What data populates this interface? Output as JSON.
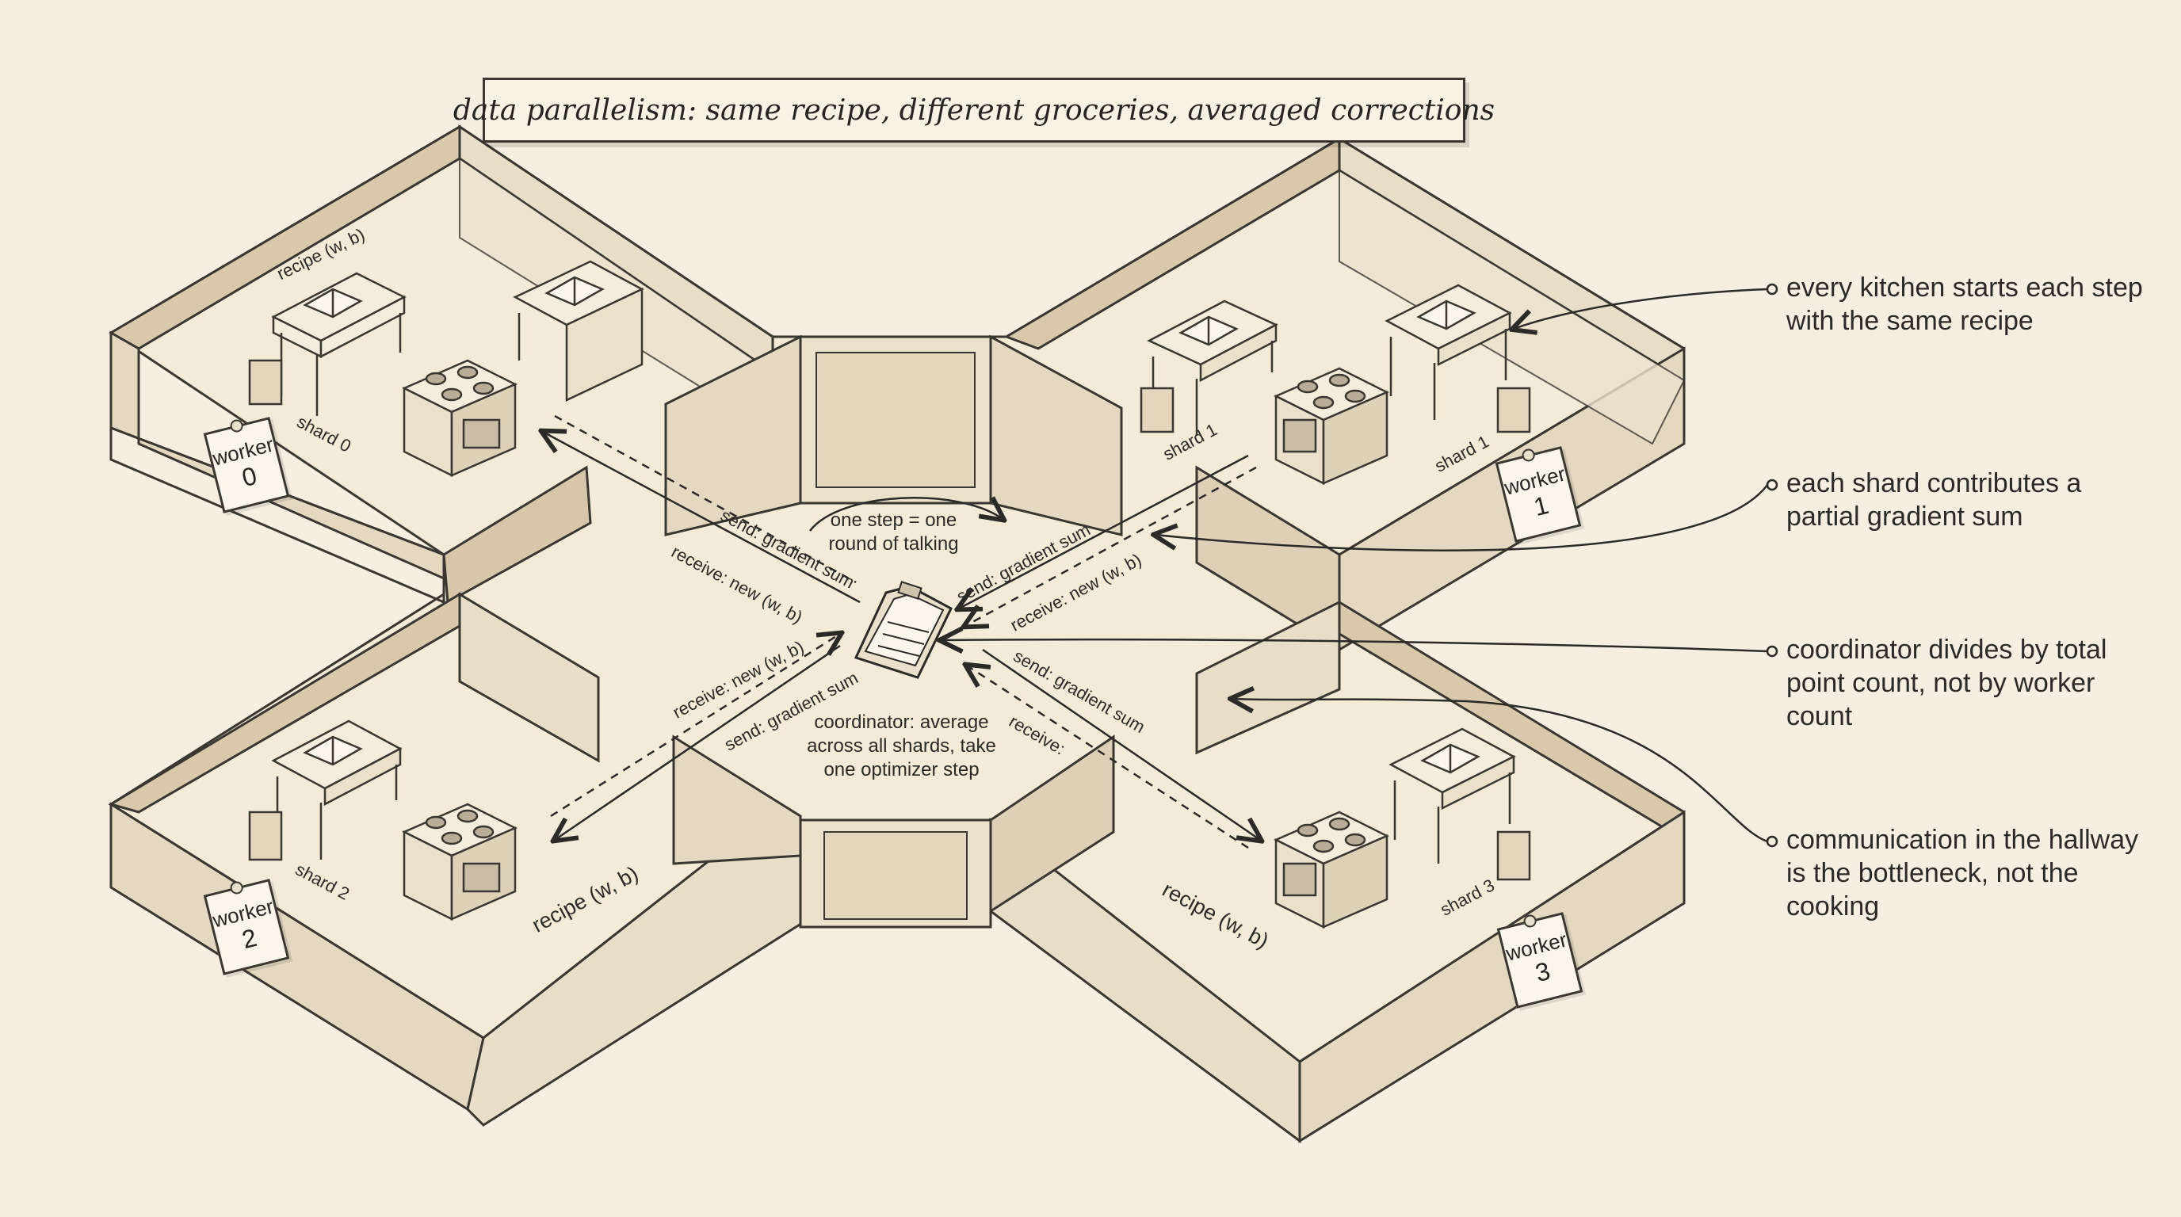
{
  "title": "data parallelism: same recipe, different groceries, averaged corrections",
  "workers": [
    {
      "label": "worker",
      "number": "0",
      "shard": "shard 0"
    },
    {
      "label": "worker",
      "number": "1",
      "shard": "shard 1"
    },
    {
      "label": "worker",
      "number": "2",
      "shard": "shard 2"
    },
    {
      "label": "worker",
      "number": "3",
      "shard": "shard 3"
    }
  ],
  "recipe_label": "recipe (w, b)",
  "hallway": {
    "step_note": "one step = one round of talking",
    "coordinator_note": "coordinator: average across all shards, take one optimizer step",
    "send_label": "send: gradient sum",
    "receive_label": "receive: new (w, b)",
    "receive_short": "receive:"
  },
  "annotations": [
    "every kitchen starts each step with the same recipe",
    "each shard contributes a partial gradient sum",
    "coordinator divides by total point count, not by worker count",
    "communication in the hallway is the bottleneck, not the cooking"
  ],
  "colors": {
    "background": "#f6efe1",
    "ink": "#2b2a27",
    "floor": "#f3ead8",
    "wall": "#e6dac3",
    "wall_shadow": "#d6c7aa"
  }
}
